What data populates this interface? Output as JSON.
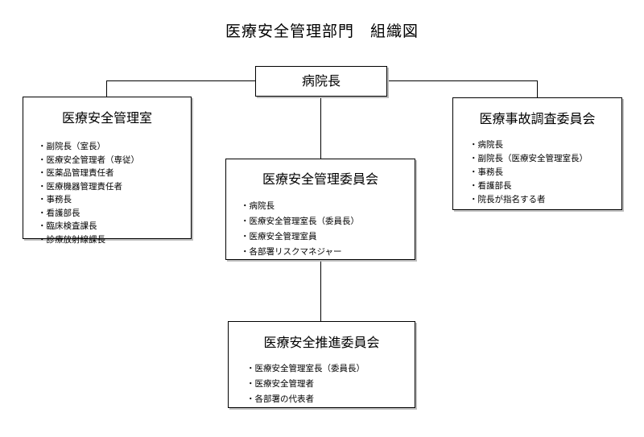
{
  "title": "医療安全管理部門　組織図",
  "hospital_director": {
    "title": "病院長"
  },
  "safety_office": {
    "title": "医療安全管理室",
    "items": [
      "副院長（室長）",
      "医療安全管理者（専従）",
      "医薬品管理責任者",
      "医療機器管理責任者",
      "事務長",
      "看護部長",
      "臨床検査課長",
      "診療放射線課長"
    ]
  },
  "investigation_committee": {
    "title": "医療事故調査委員会",
    "items": [
      "病院長",
      "副院長（医療安全管理室長）",
      "事務長",
      "看護部長",
      "院長が指名する者"
    ]
  },
  "management_committee": {
    "title": "医療安全管理委員会",
    "items": [
      "病院長",
      "医療安全管理室長（委員長）",
      "医療安全管理室員",
      "各部署リスクマネジャー"
    ]
  },
  "promotion_committee": {
    "title": "医療安全推進委員会",
    "items": [
      "医療安全管理室長（委員長）",
      "医療安全管理者",
      "各部署の代表者"
    ]
  }
}
